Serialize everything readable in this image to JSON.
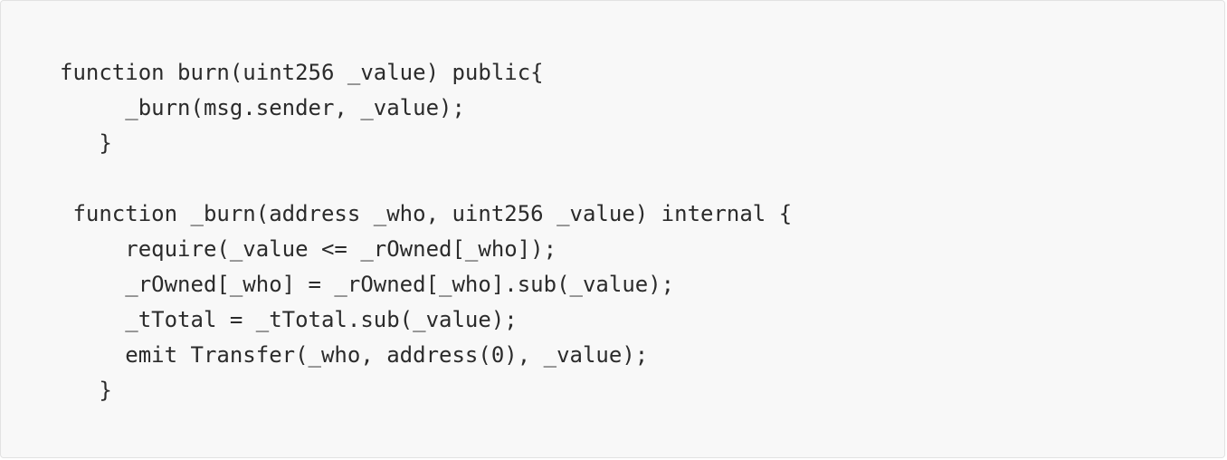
{
  "code": {
    "lines": [
      "function burn(uint256 _value) public{",
      "     _burn(msg.sender, _value);",
      "   }",
      "",
      " function _burn(address _who, uint256 _value) internal {",
      "     require(_value <= _rOwned[_who]);",
      "     _rOwned[_who] = _rOwned[_who].sub(_value);",
      "     _tTotal = _tTotal.sub(_value);",
      "     emit Transfer(_who, address(0), _value);",
      "   }"
    ]
  }
}
